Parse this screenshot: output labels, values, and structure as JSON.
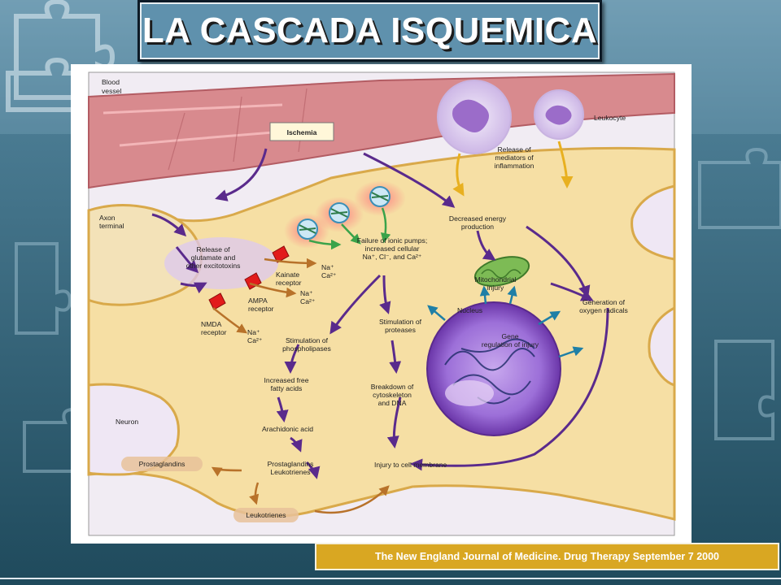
{
  "slide": {
    "title": "LA CASCADA ISQUEMICA",
    "caption": "The New England Journal of Medicine. Drug Therapy September 7 2000"
  },
  "diagram": {
    "blood_vessel": [
      "Blood",
      "vessel"
    ],
    "ischemia": "Ischemia",
    "leukocyte": "Leukocyte",
    "release_mediators": [
      "Release of",
      "mediators of",
      "inflammation"
    ],
    "axon_terminal": [
      "Axon",
      "terminal"
    ],
    "release_glutamate": [
      "Release of",
      "glutamate and",
      "other excitotoxins"
    ],
    "kainate_receptor": [
      "Kainate",
      "receptor"
    ],
    "ampa_receptor": [
      "AMPA",
      "receptor"
    ],
    "nmda_receptor": [
      "NMDA",
      "receptor"
    ],
    "ion_na_ca_1": [
      "Na⁺",
      "Ca²⁺"
    ],
    "ion_na_ca_2": [
      "Na⁺",
      "Ca²⁺"
    ],
    "ion_na_ca_3": [
      "Na⁺",
      "Ca²⁺"
    ],
    "decreased_energy": [
      "Decreased energy",
      "production"
    ],
    "failure_pumps": [
      "Failure of ionic pumps;",
      "increased cellular",
      "Na⁺, Cl⁻, and Ca²⁺"
    ],
    "mitochondrial_injury": [
      "Mitochondrial",
      "injury"
    ],
    "generation_radicals": [
      "Generation of",
      "oxygen radicals"
    ],
    "nucleus": "Nucleus",
    "gene_regulation": [
      "Gene",
      "regulation of injury"
    ],
    "stimulation_proteases": [
      "Stimulation of",
      "proteases"
    ],
    "stimulation_phospholipases": [
      "Stimulation of",
      "phospholipases"
    ],
    "increased_ffa": [
      "Increased free",
      "fatty acids"
    ],
    "breakdown": [
      "Breakdown of",
      "cytoskeleton",
      "and DNA"
    ],
    "neuron": "Neuron",
    "arachidonic": "Arachidonic acid",
    "prostaglandins_leukotrienes": [
      "Prostaglandins",
      "Leukotrienes"
    ],
    "prostaglandins": "Prostaglandins",
    "injury_membrane": "Injury to cell membrane",
    "leukotrienes": "Leukotrienes"
  },
  "colors": {
    "background": "#2c5a6e",
    "title_box": "#5f91ad",
    "caption_box": "#d9a722",
    "cytoplasm": "#f6dfa4",
    "vessel": "#d88a8e",
    "nucleus": "#8b5cc4",
    "arrow": "#5a2a8c",
    "receptor": "#e21b1b"
  }
}
